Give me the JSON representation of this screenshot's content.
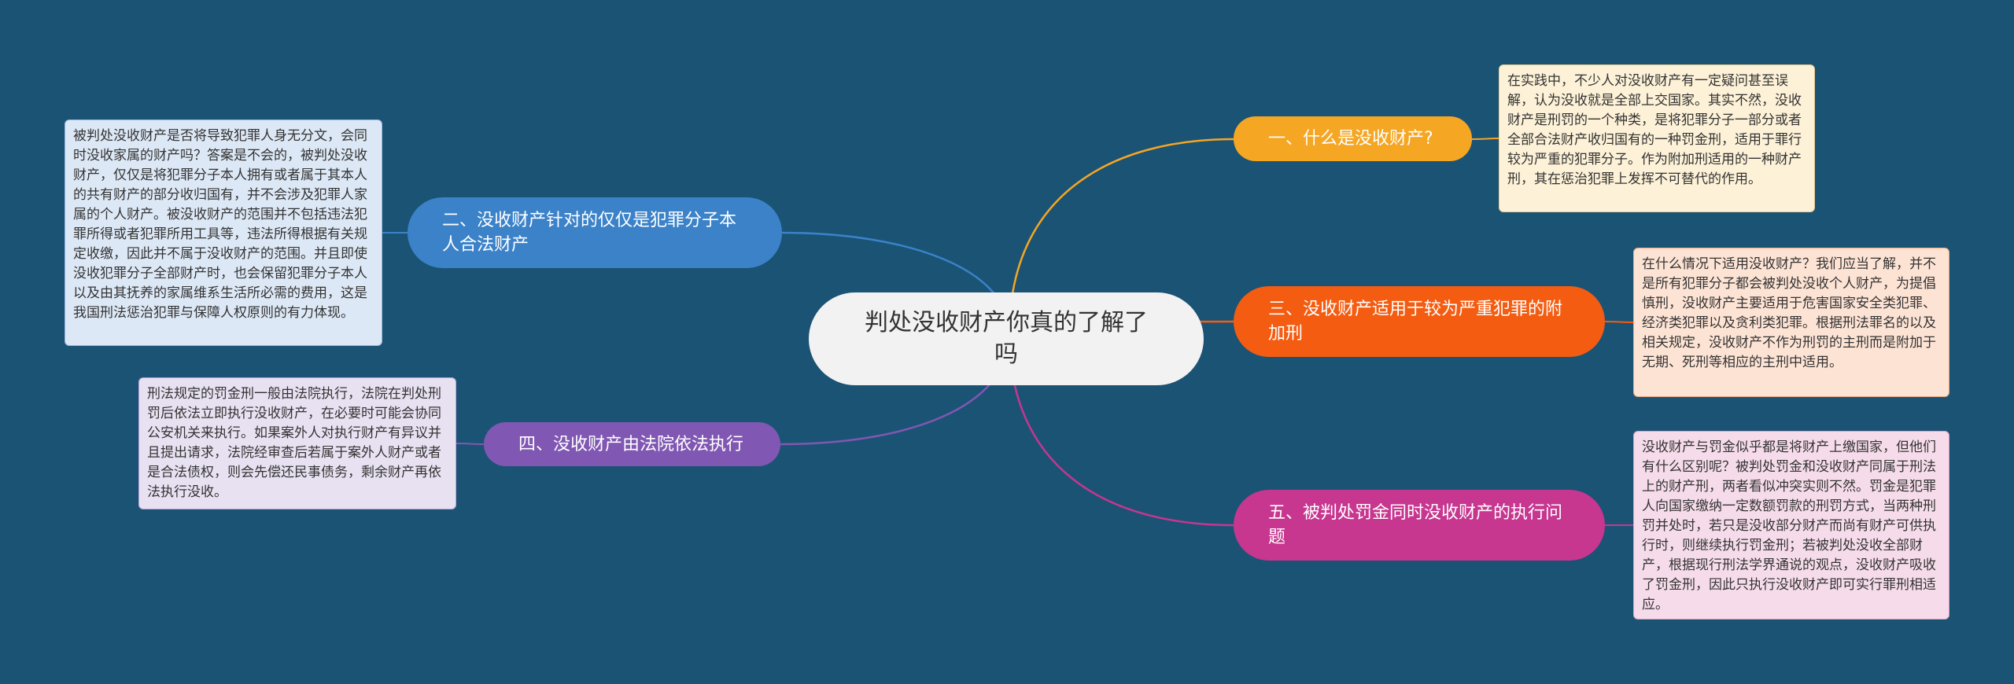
{
  "central_topic": "判处没收财产你真的了解了吗",
  "colors": {
    "background": "#1b5375",
    "branch1": "#f5a623",
    "branch2": "#3b82c9",
    "branch3": "#f45c11",
    "branch4": "#8057b2",
    "branch5": "#c7368f"
  },
  "branches": [
    {
      "label": "一、什么是没收财产?",
      "note": "在实践中，不少人对没收财产有一定疑问甚至误解，认为没收就是全部上交国家。其实不然，没收财产是刑罚的一个种类，是将犯罪分子一部分或者全部合法财产收归国有的一种罚金刑，适用于罪行较为严重的犯罪分子。作为附加刑适用的一种财产刑，其在惩治犯罪上发挥不可替代的作用。"
    },
    {
      "label": "二、没收财产针对的仅仅是犯罪分子本人合法财产",
      "note": "被判处没收财产是否将导致犯罪人身无分文，会同时没收家属的财产吗？答案是不会的，被判处没收财产，仅仅是将犯罪分子本人拥有或者属于其本人的共有财产的部分收归国有，并不会涉及犯罪人家属的个人财产。被没收财产的范围并不包括违法犯罪所得或者犯罪所用工具等，违法所得根据有关规定收缴，因此并不属于没收财产的范围。并且即使没收犯罪分子全部财产时，也会保留犯罪分子本人以及由其抚养的家属维系生活所必需的费用，这是我国刑法惩治犯罪与保障人权原则的有力体现。"
    },
    {
      "label": "三、没收财产适用于较为严重犯罪的附加刑",
      "note": "在什么情况下适用没收财产？我们应当了解，并不是所有犯罪分子都会被判处没收个人财产，为提倡慎刑，没收财产主要适用于危害国家安全类犯罪、经济类犯罪以及贪利类犯罪。根据刑法罪名的以及相关规定，没收财产不作为刑罚的主刑而是附加于无期、死刑等相应的主刑中适用。"
    },
    {
      "label": "四、没收财产由法院依法执行",
      "note": "刑法规定的罚金刑一般由法院执行，法院在判处刑罚后依法立即执行没收财产，在必要时可能会协同公安机关来执行。如果案外人对执行财产有异议并且提出请求，法院经审查后若属于案外人财产或者是合法债权，则会先偿还民事债务，剩余财产再依法执行没收。"
    },
    {
      "label": "五、被判处罚金同时没收财产的执行问题",
      "note": "没收财产与罚金似乎都是将财产上缴国家，但他们有什么区别呢？被判处罚金和没收财产同属于刑法上的财产刑，两者看似冲突实则不然。罚金是犯罪人向国家缴纳一定数额罚款的刑罚方式，当两种刑罚并处时，若只是没收部分财产而尚有财产可供执行时，则继续执行罚金刑；若被判处没收全部财产，根据现行刑法学界通说的观点，没收财产吸收了罚金刑，因此只执行没收财产即可实行罪刑相适应。"
    }
  ]
}
